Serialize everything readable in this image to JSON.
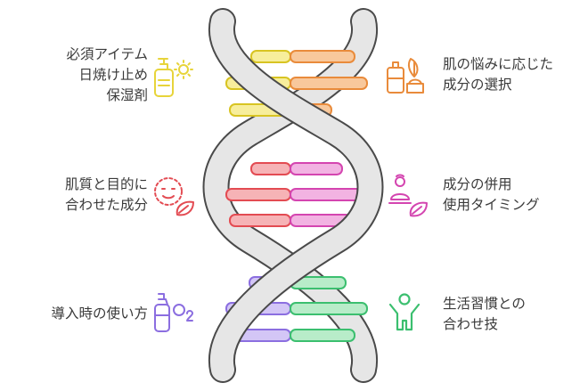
{
  "items": [
    {
      "side": "left",
      "lines": [
        "必須アイテム",
        "日焼け止め",
        "保湿剤"
      ],
      "icon": "sunscreen-bottle-sun-icon",
      "color": "#e7d43a"
    },
    {
      "side": "right",
      "lines": [
        "肌の悩みに応じた",
        "成分の選択"
      ],
      "icon": "skincare-products-icon",
      "color": "#e98b3b"
    },
    {
      "side": "left",
      "lines": [
        "肌質と目的に",
        "合わせた成分"
      ],
      "icon": "face-leaf-icon",
      "color": "#e34b52"
    },
    {
      "side": "right",
      "lines": [
        "成分の併用",
        "使用タイミング"
      ],
      "icon": "person-leaf-icon",
      "color": "#d445b0"
    },
    {
      "side": "left",
      "lines": [
        "導入時の使い方"
      ],
      "icon": "bottle-oxygen-icon",
      "color": "#8b6ee0"
    },
    {
      "side": "right",
      "lines": [
        "生活習慣との",
        "合わせ技"
      ],
      "icon": "person-arms-up-icon",
      "color": "#3bbf6f"
    }
  ],
  "colors": {
    "yellow": "#f2e65a",
    "orange": "#f4a25c",
    "red": "#ec6a6f",
    "magenta": "#e565c3",
    "purple": "#9a7ee8",
    "green": "#4ccf82",
    "strand_fill": "#e6e6e6",
    "strand_stroke": "#4a4a4a"
  }
}
